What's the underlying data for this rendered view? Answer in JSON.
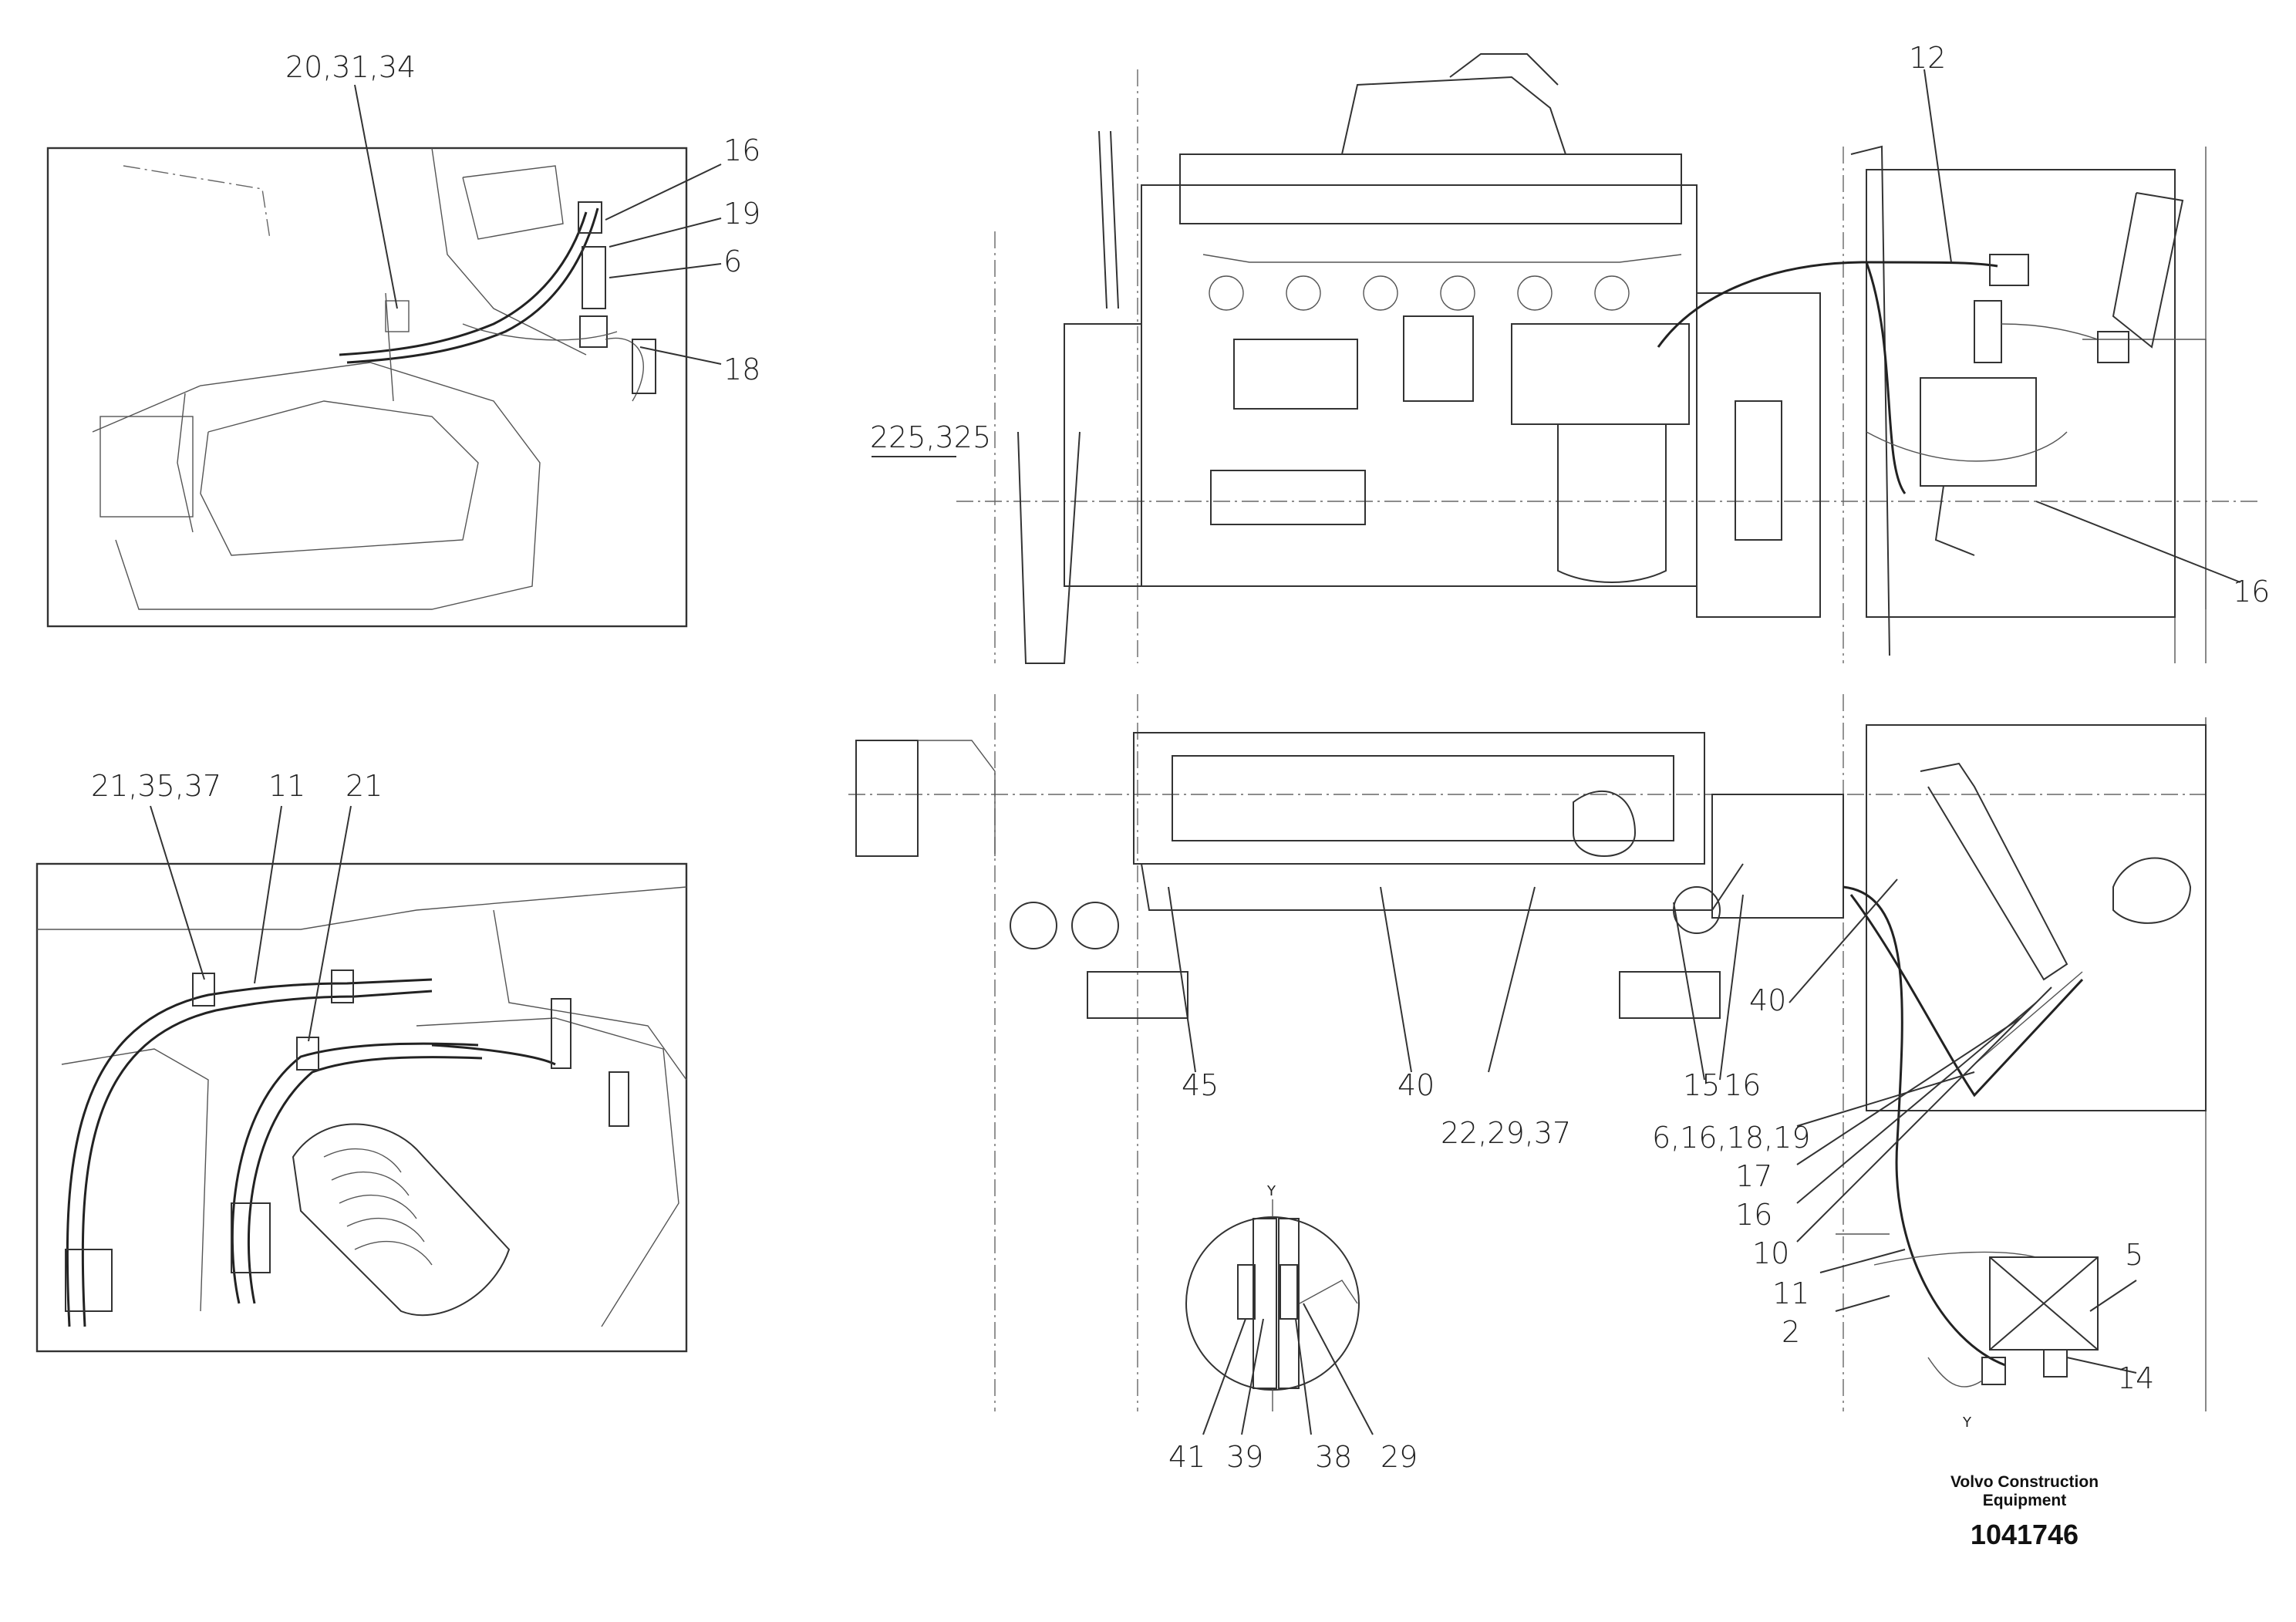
{
  "labels": {
    "inset1_top": "20,31,34",
    "inset1_16": "16",
    "inset1_19": "19",
    "inset1_6": "6",
    "inset1_18": "18",
    "inset2_left": "21,35,37",
    "inset2_11": "11",
    "inset2_21": "21",
    "top_12": "12",
    "side_225": "225,325",
    "top_right_16": "16",
    "lower_40_right": "40",
    "lower_45": "45",
    "lower_40": "40",
    "lower_15": "15",
    "lower_16": "16",
    "lower_22": "22,29,37",
    "lower_6": "6,16,18,19",
    "lower_17": "17",
    "lower_16b": "16",
    "lower_10": "10",
    "lower_11": "11",
    "lower_2": "2",
    "lower_5": "5",
    "lower_14": "14",
    "detail_41": "41",
    "detail_39": "39",
    "detail_38": "38",
    "detail_29": "29",
    "detail_y_top": "Y",
    "detail_y_bottom": "Y"
  },
  "footer": {
    "brand_line1": "Volvo Construction",
    "brand_line2": "Equipment",
    "doc_number": "1041746"
  }
}
